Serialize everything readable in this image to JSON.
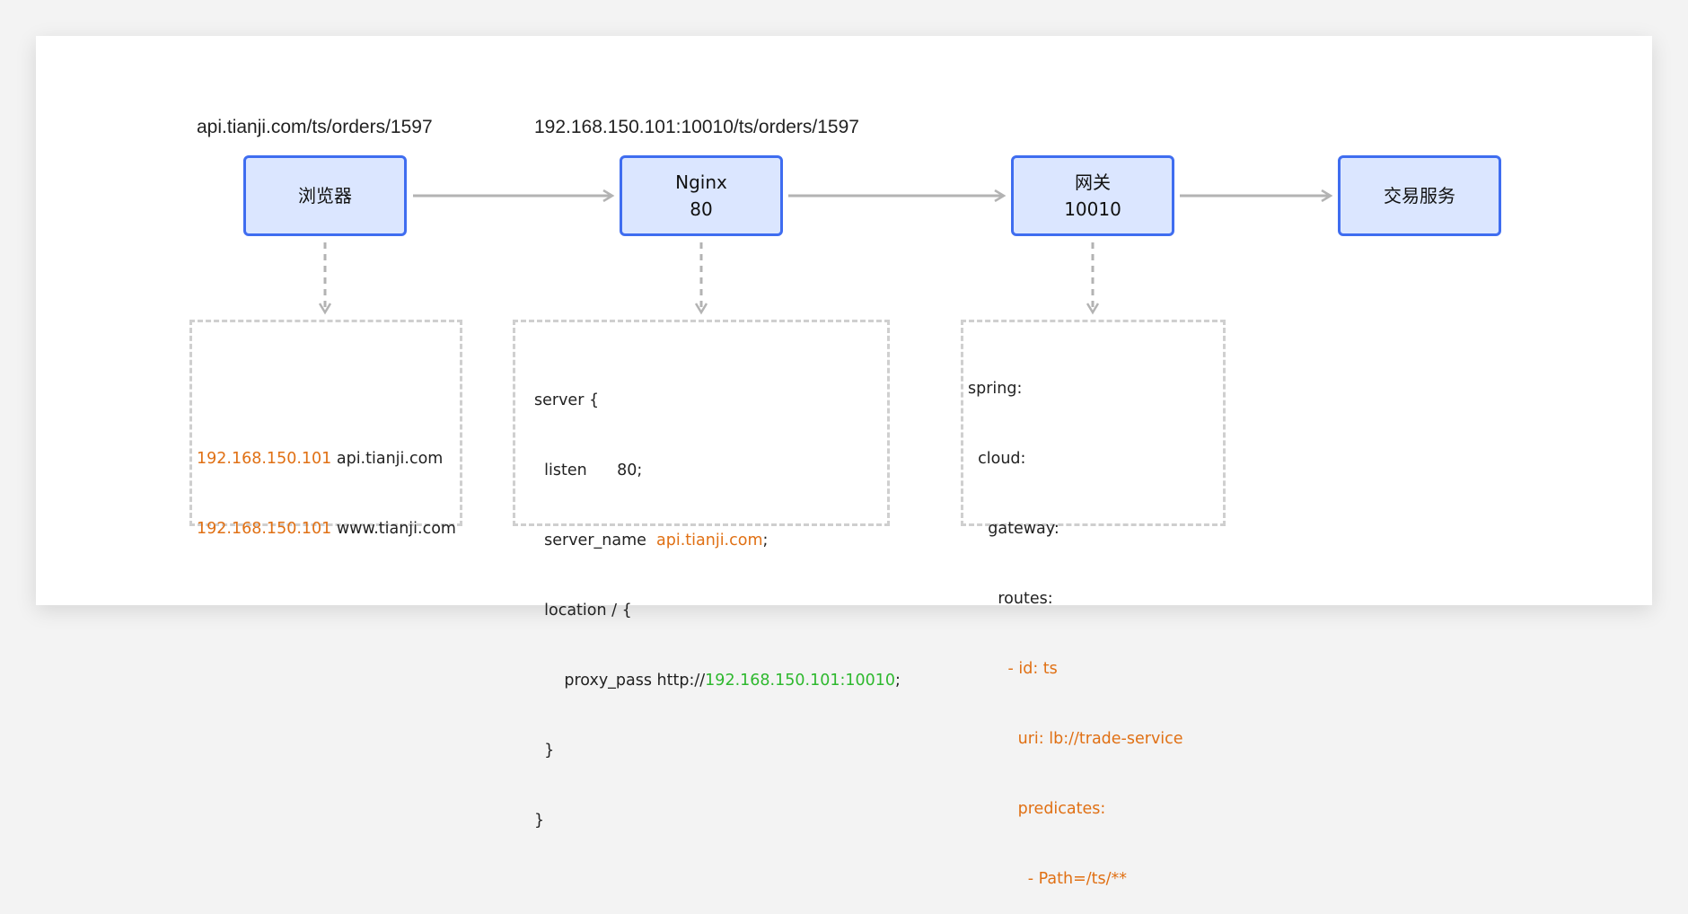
{
  "urls": {
    "browser_url": "api.tianji.com/ts/orders/1597",
    "nginx_url": "192.168.150.101:10010/ts/orders/1597"
  },
  "nodes": {
    "browser": {
      "label": "浏览器"
    },
    "nginx": {
      "line1": "Nginx",
      "line2": "80"
    },
    "gateway": {
      "line1": "网关",
      "line2": "10010"
    },
    "trade": {
      "label": "交易服务"
    }
  },
  "hosts": [
    {
      "ip": "192.168.150.101",
      "domain": " api.tianji.com"
    },
    {
      "ip": "192.168.150.101",
      "domain": " www.tianji.com"
    }
  ],
  "nginx_conf": {
    "l1": "server {",
    "l2": "  listen      80;",
    "l3a": "  server_name  ",
    "l3b": "api.tianji.com",
    "l3c": ";",
    "l4": "  location / {",
    "l5a": "      proxy_pass http://",
    "l5b": "192.168.150.101:10010",
    "l5c": ";",
    "l6": "  }",
    "l7": "}"
  },
  "gateway_conf": {
    "l1": "spring:",
    "l2": "  cloud:",
    "l3": "    gateway:",
    "l4": "      routes:",
    "l5": "        - id: ts",
    "l6": "          uri: lb://trade-service",
    "l7": "          predicates:",
    "l8": "            - Path=/ts/**"
  },
  "colors": {
    "node_fill": "#dbe6ff",
    "node_border": "#3f6df0",
    "highlight_orange": "#e07014",
    "highlight_green": "#2eb82e",
    "arrow": "#b3b3b3"
  }
}
